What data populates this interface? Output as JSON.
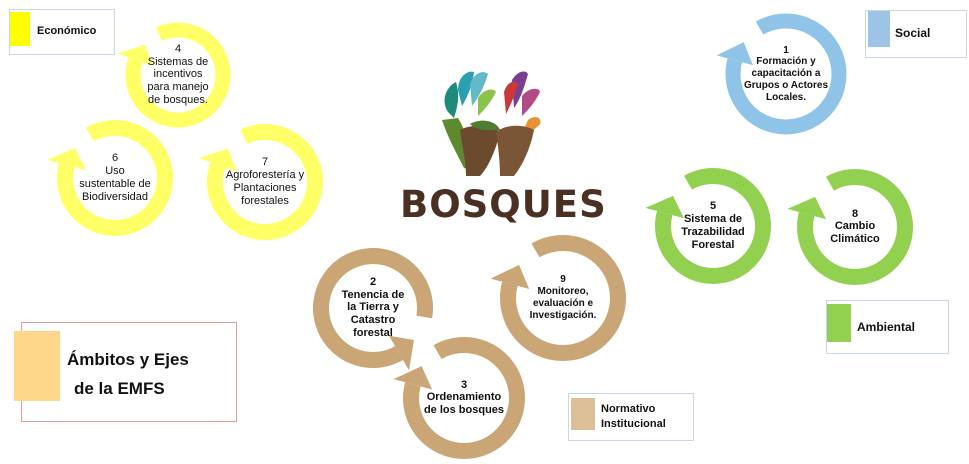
{
  "legends": {
    "economico": {
      "label": "Económico",
      "color": "#ffff00"
    },
    "social": {
      "label": "Social",
      "color": "#9dc3e6"
    },
    "ambiental": {
      "label": "Ambiental",
      "color": "#92d050"
    },
    "normativo": {
      "label_line1": "Normativo",
      "label_line2": "Institucional",
      "color": "#dbbf97"
    }
  },
  "title": {
    "line1": "Ámbitos y Ejes",
    "line2": "de la EMFS",
    "color": "#ffd78a"
  },
  "logo": {
    "word": "BOSQUES"
  },
  "cycles": [
    {
      "id": "4",
      "number": "4",
      "lines": [
        "Sistemas de",
        "incentivos",
        "para manejo",
        "de  bosques."
      ],
      "color": "#ffff66"
    },
    {
      "id": "6",
      "number": "6",
      "lines": [
        "Uso",
        "sustentable de",
        "Biodiversidad"
      ],
      "color": "#ffff66"
    },
    {
      "id": "7",
      "number": "7",
      "lines": [
        "Agroforestería  y",
        "Plantaciones",
        "forestales"
      ],
      "color": "#ffff66"
    },
    {
      "id": "1",
      "number": "1",
      "lines": [
        "Formación y",
        "capacitación  a",
        "Grupos o Actores",
        "Locales."
      ],
      "color": "#8fc4e8"
    },
    {
      "id": "5",
      "number": "5",
      "lines": [
        "Sistema de",
        "Trazabilidad",
        "Forestal"
      ],
      "color": "#92d050"
    },
    {
      "id": "8",
      "number": "8",
      "lines": [
        "Cambio",
        "Climático"
      ],
      "color": "#92d050"
    },
    {
      "id": "2",
      "number": "2",
      "lines": [
        "Tenencia de",
        "la Tierra y",
        "Catastro",
        "forestal"
      ],
      "color": "#caa576"
    },
    {
      "id": "9",
      "number": "9",
      "lines": [
        "Monitoreo,",
        "evaluación e",
        "Investigación."
      ],
      "color": "#caa576"
    },
    {
      "id": "3",
      "number": "3",
      "lines": [
        "Ordenamiento",
        "de los bosques"
      ],
      "color": "#caa576"
    }
  ]
}
